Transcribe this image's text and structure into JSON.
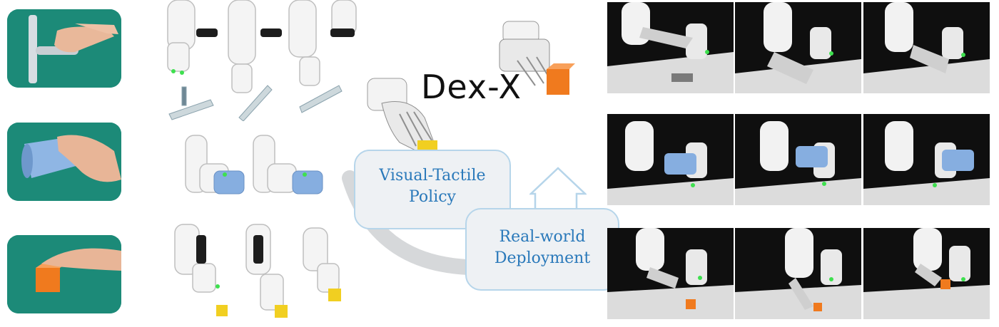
{
  "title": "Dex-X",
  "policy_label_line1": "Visual-Tactile",
  "policy_label_line2": "Policy",
  "deploy_label_line1": "Real-world",
  "deploy_label_line2": "Deployment",
  "colors": {
    "demo_background": "#1e8f7d",
    "pill_fill": "#eef1f4",
    "pill_border": "#b6d5ea",
    "label_text": "#2a79ba",
    "cube_orange": "#f07a1e",
    "cube_yellow": "#f1cf21",
    "cup_blue": "#86aee0",
    "led_green": "#3ee04f"
  }
}
